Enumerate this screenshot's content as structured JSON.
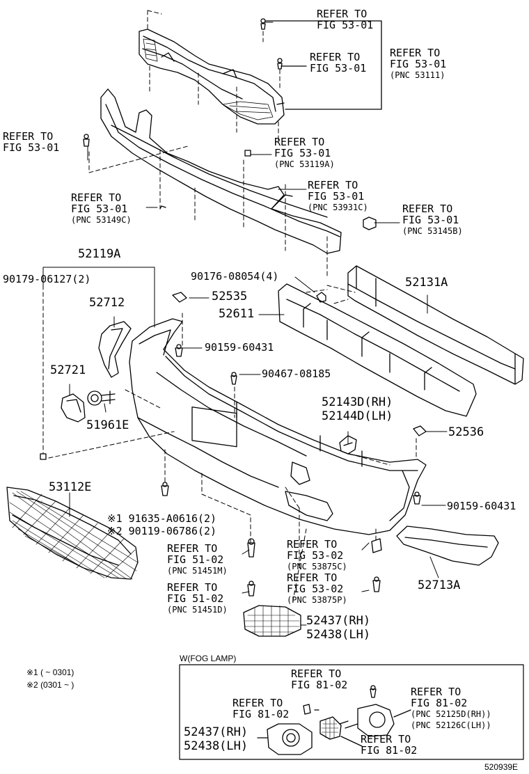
{
  "refs": {
    "grille_top_clip": [
      "REFER TO",
      "FIG 53-01"
    ],
    "grille_clip": [
      "REFER TO",
      "FIG 53-01"
    ],
    "grille_pnc53111": [
      "REFER TO",
      "FIG 53-01",
      "(PNC 53111)"
    ],
    "retainer_left": [
      "REFER TO",
      "FIG 53-01"
    ],
    "nut_53119a": [
      "REFER TO",
      "FIG 53-01",
      "(PNC 53119A)"
    ],
    "bracket_53931c": [
      "REFER TO",
      "FIG 53-01",
      "(PNC 53931C)"
    ],
    "clip_53149c": [
      "REFER TO",
      "FIG 53-01",
      "(PNC 53149C)"
    ],
    "clip_53145b": [
      "REFER TO",
      "FIG 53-01",
      "(PNC 53145B)"
    ],
    "bolt_51451m": [
      "REFER TO",
      "FIG 51-02",
      "(PNC 51451M)"
    ],
    "bolt_51451d": [
      "REFER TO",
      "FIG 51-02",
      "(PNC 51451D)"
    ],
    "bracket_53875c": [
      "REFER TO",
      "FIG 53-02",
      "(PNC 53875C)"
    ],
    "bracket_53875p": [
      "REFER TO",
      "FIG 53-02",
      "(PNC 53875P)"
    ]
  },
  "parts": {
    "p52119a": "52119A",
    "p90179": "90179-06127(2)",
    "p90176": "90176-08054(4)",
    "p52131a": "52131A",
    "p52535": "52535",
    "p52611": "52611",
    "p52712": "52712",
    "p90159_upper": "90159-60431",
    "p52721": "52721",
    "p90467": "90467-08185",
    "p51961e": "51961E",
    "p52143d": "52143D(RH)",
    "p52144d": "52144D(LH)",
    "p52536": "52536",
    "p53112e": "53112E",
    "p91635": "※1 91635-A0616(2)",
    "p90119": "※2 90119-06786(2)",
    "p90159_lower": "90159-60431",
    "p52713a": "52713A",
    "p52437": "52437(RH)",
    "p52438": "52438(LH)"
  },
  "notes": {
    "n1": "※1 (        ~ 0301)",
    "n2": "※2 (0301 ~        )"
  },
  "fog": {
    "title": "W(FOG LAMP)",
    "ref_top": [
      "REFER TO",
      "FIG 81-02"
    ],
    "ref_left": [
      "REFER TO",
      "FIG 81-02"
    ],
    "ref_right": [
      "REFER TO",
      "FIG 81-02",
      "(PNC 52125D(RH))",
      "(PNC 52126C(LH))"
    ],
    "ref_bottom": [
      "REFER TO",
      "FIG 81-02"
    ],
    "cover_rh": "52437(RH)",
    "cover_lh": "52438(LH)"
  },
  "figure_id": "520939E"
}
